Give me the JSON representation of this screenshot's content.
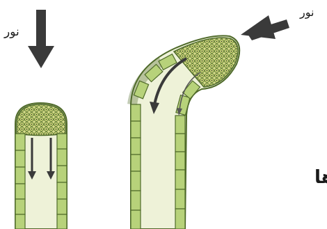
{
  "labels": {
    "light_left": "نور",
    "light_right": "نور",
    "edge_fragment": "ها"
  },
  "colors": {
    "cell_fill": "#b7d27a",
    "cell_wall": "#4f6a2a",
    "tip_fill": "#d6dc8a",
    "arrow": "#3a3a3a",
    "background": "#ffffff"
  }
}
